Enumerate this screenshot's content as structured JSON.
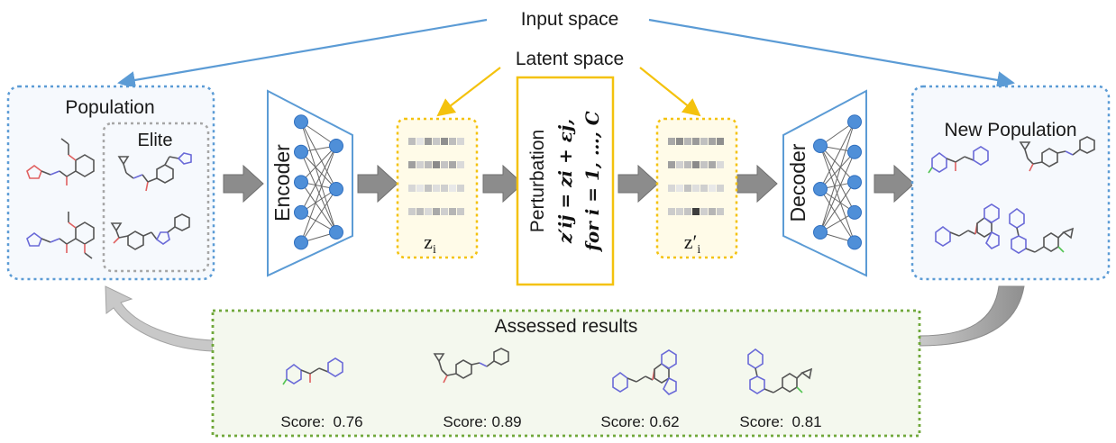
{
  "labels": {
    "input_space": "Input space",
    "latent_space": "Latent space",
    "population": "Population",
    "elite": "Elite",
    "encoder": "Encoder",
    "z_i": "z",
    "z_i_sub": "i",
    "perturbation": "Perturbation",
    "formula_line1": "z′ij = zi + εj,",
    "formula_line2": "for i = 1, …, C",
    "z_prime_i": "z′",
    "z_prime_i_sub": "i",
    "decoder": "Decoder",
    "new_population": "New Population",
    "assessed_results": "Assessed results"
  },
  "scores": [
    {
      "label": "Score:",
      "value": "0.76"
    },
    {
      "label": "Score:",
      "value": "0.89"
    },
    {
      "label": "Score:",
      "value": "0.62"
    },
    {
      "label": "Score:",
      "value": "0.81"
    }
  ],
  "colors": {
    "input_space_arrow": "#5b9bd5",
    "latent_space_arrow": "#f4c20d",
    "population_border": "#5b9bd5",
    "elite_border": "#a6a6a6",
    "latent_border": "#f4c20d",
    "perturbation_border": "#f4c20d",
    "assessed_border": "#70a83b",
    "assessed_bg": "#f3f7ec",
    "panel_bg": "#f3f7fc",
    "network_node": "#4f8fd8"
  },
  "icons": {
    "flow_arrow": "gray-block-arrow-icon",
    "feedback_arrow": "curved-arrow-icon",
    "molecule": "molecule-structure-icon",
    "network": "neural-network-icon"
  }
}
